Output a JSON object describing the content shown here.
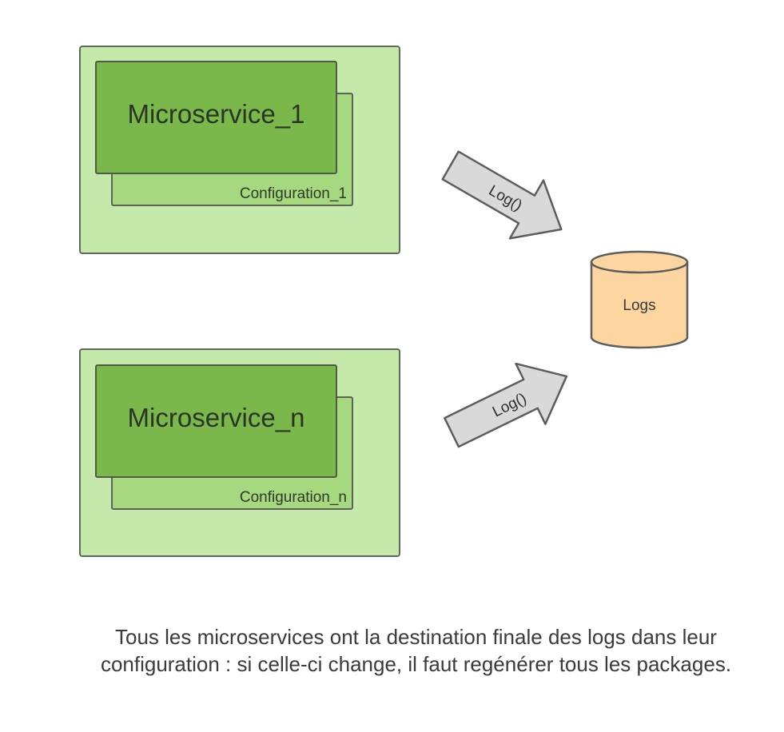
{
  "services": [
    {
      "name": "Microservice_1",
      "config": "Configuration_1"
    },
    {
      "name": "Microservice_n",
      "config": "Configuration_n"
    }
  ],
  "arrows": [
    {
      "label": "Log()"
    },
    {
      "label": "Log()"
    }
  ],
  "storage": {
    "label": "Logs"
  },
  "caption": {
    "line1": "Tous les microservices ont la destination finale des logs dans leur",
    "line2": "configuration : si celle-ci change, il faut regénérer tous les packages."
  },
  "colors": {
    "container_fill": "#c5e8ab",
    "config_fill": "#a6d97f",
    "service_fill": "#7ab84c",
    "arrow_fill": "#d9d9d9",
    "db_fill": "#fcd5a1"
  }
}
